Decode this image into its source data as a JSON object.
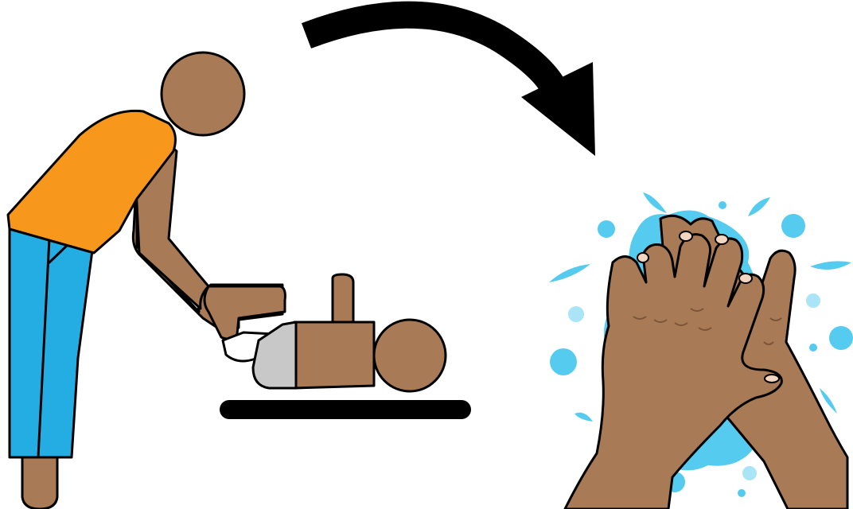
{
  "scene": {
    "panels": [
      {
        "id": "diaper-change",
        "icon": "adult-changing-baby-diaper-icon"
      },
      {
        "id": "arrow",
        "icon": "curved-arrow-right-icon"
      },
      {
        "id": "hand-washing",
        "icon": "hands-washing-with-water-icon"
      }
    ]
  },
  "colors": {
    "skin": "#A87A55",
    "shirt": "#F7971C",
    "pants": "#23ADE3",
    "diaper": "#C8C8C8",
    "wipe": "#FFFFFF",
    "water": "#55CBEF",
    "water_light": "#A9E4F7",
    "outline": "#000000",
    "nail": "#F3D6C2"
  }
}
